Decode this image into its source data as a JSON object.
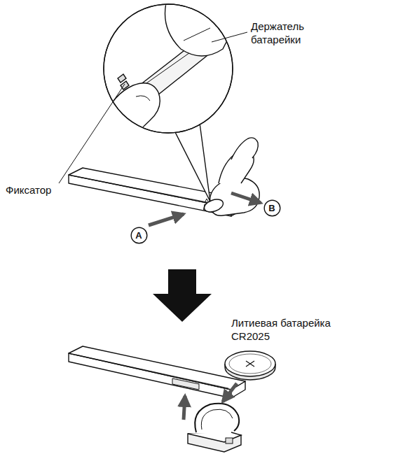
{
  "diagram": {
    "nodes": [
      {
        "text": [
          "A"
        ]
      },
      {
        "text": [
          "B"
        ]
      }
    ],
    "labels": [
      "Держатель батарейки",
      "Фиксатор",
      "Литиевая батарейка CR2025"
    ]
  }
}
